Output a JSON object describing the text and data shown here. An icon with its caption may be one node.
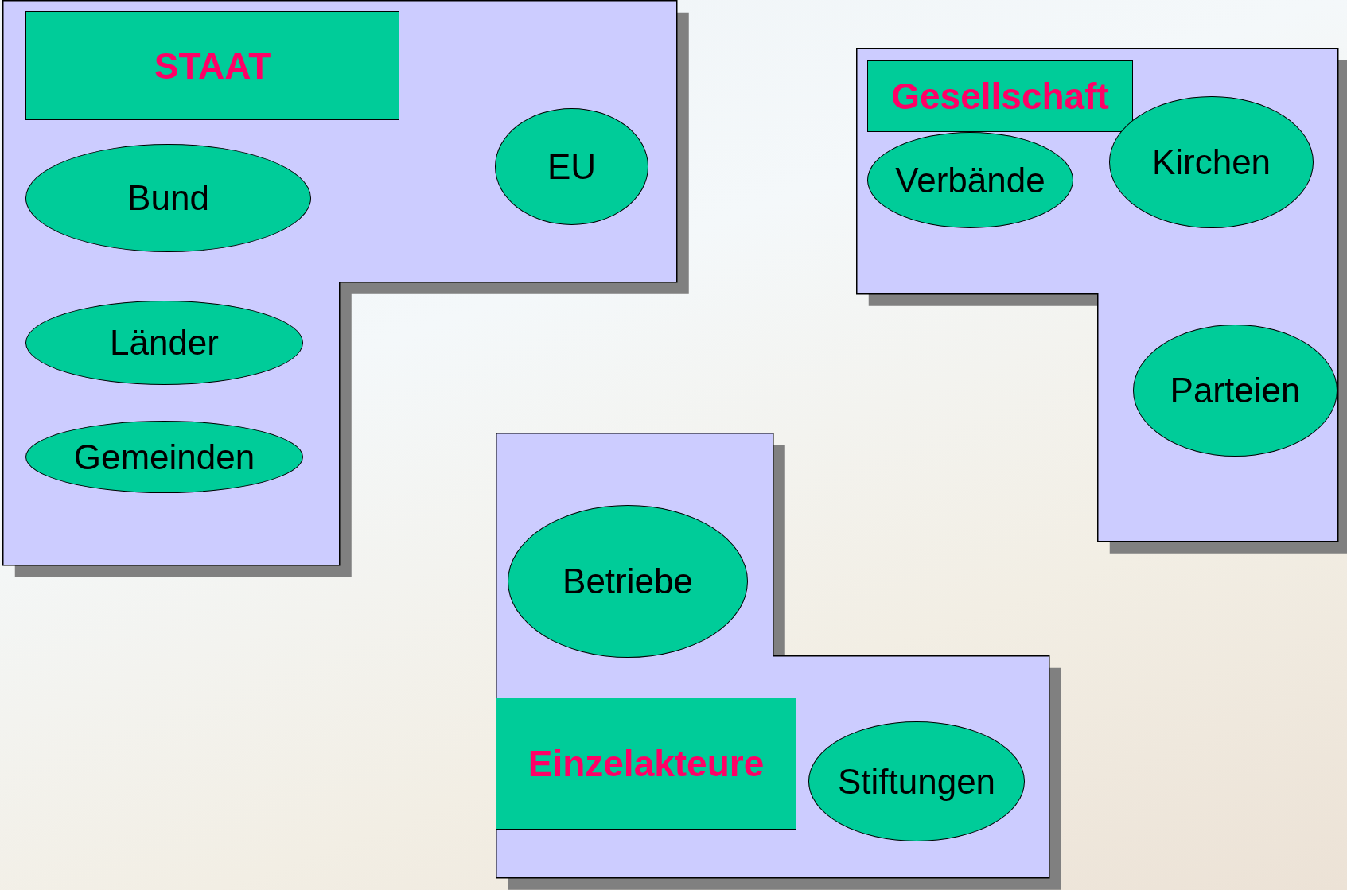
{
  "diagram": {
    "nodes": [
      {
        "text": [],
        "shape": "box"
      },
      {
        "text": [
          "STAAT"
        ],
        "in": 0
      },
      {
        "text": [
          "EU"
        ],
        "in": 0
      },
      {
        "text": [
          "Bund"
        ],
        "in": 0
      },
      {
        "text": [
          "Länder"
        ],
        "in": 0
      },
      {
        "text": [
          "Gemeinden"
        ],
        "in": 0
      },
      {
        "text": [],
        "shape": "box"
      },
      {
        "text": [
          "Gesellschaft"
        ],
        "in": 6
      },
      {
        "text": [
          "Kirchen"
        ],
        "in": 6
      },
      {
        "text": [
          "Verbände"
        ],
        "in": 6
      },
      {
        "text": [
          "Parteien"
        ],
        "in": 6
      },
      {
        "text": [],
        "shape": "box"
      },
      {
        "text": [
          "Betriebe"
        ],
        "in": 11
      },
      {
        "text": [
          "Einzelakteure"
        ],
        "in": 11
      },
      {
        "text": [
          "Stiftungen"
        ],
        "in": 11
      }
    ],
    "edges": []
  }
}
